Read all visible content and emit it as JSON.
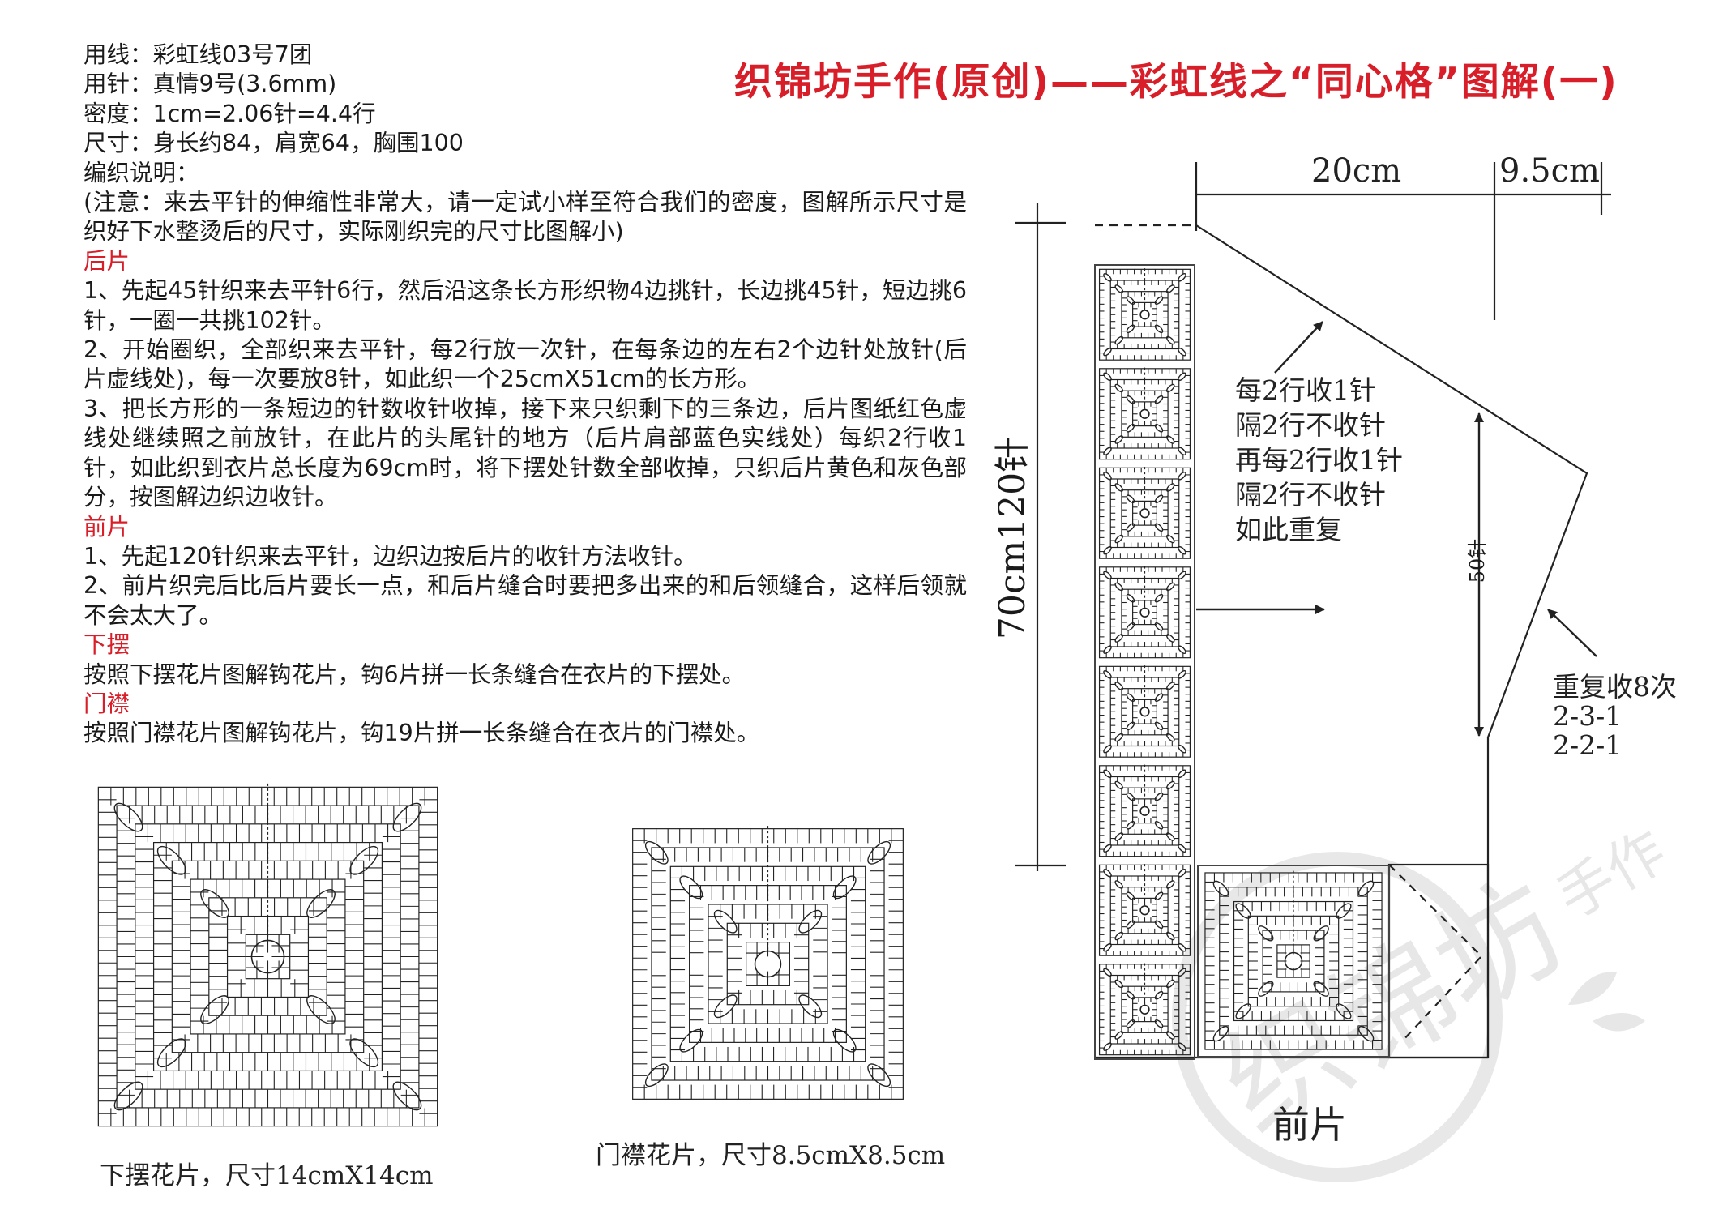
{
  "title": "织锦坊手作(原创)——彩虹线之“同心格”图解(一)",
  "colors": {
    "heading_red": "#d81e28",
    "text": "#1a1a1a",
    "line": "#222222",
    "watermark": "#d0d0d0"
  },
  "instructions": {
    "yarn": "用线：彩虹线03号7团",
    "needle": "用针：真情9号(3.6mm)",
    "gauge": "密度：1cm=2.06针=4.4行",
    "size": "尺寸：身长约84，肩宽64，胸围100",
    "notes_heading": "编织说明：",
    "note": "(注意：来去平针的伸缩性非常大，请一定试小样至符合我们的密度，图解所示尺寸是织好下水整烫后的尺寸，实际刚织完的尺寸比图解小)",
    "back_heading": "后片",
    "back_1": "1、先起45针织来去平针6行，然后沿这条长方形织物4边挑针，长边挑45针，短边挑6针，一圈一共挑102针。",
    "back_2": "2、开始圈织，全部织来去平针，每2行放一次针，在每条边的左右2个边针处放针(后片虚线处)，每一次要放8针，如此织一个25cmX51cm的长方形。",
    "back_3": "3、把长方形的一条短边的针数收针收掉，接下来只织剩下的三条边，后片图纸红色虚线处继续照之前放针，在此片的头尾针的地方（后片肩部蓝色实线处）每织2行收1针，如此织到衣片总长度为69cm时，将下摆处针数全部收掉，只织后片黄色和灰色部分，按图解边织边收针。",
    "front_heading": "前片",
    "front_1": "1、先起120针织来去平针，边织边按后片的收针方法收针。",
    "front_2": "2、前片织完后比后片要长一点，和后片缝合时要把多出来的和后领缝合，这样后领就不会太大了。",
    "hem_heading": "下摆",
    "hem_text": "按照下摆花片图解钩花片，钩6片拼一长条缝合在衣片的下摆处。",
    "placket_heading": "门襟",
    "placket_text": "按照门襟花片图解钩花片，钩19片拼一长条缝合在衣片的门襟处。"
  },
  "diagram": {
    "dim_width_top": "20cm",
    "dim_width_right": "9.5cm",
    "dim_height": "70cm120针",
    "dim_diag": "50针",
    "note_lines": [
      "每2行收1针",
      "隔2行不收针",
      "再每2行收1针",
      "隔2行不收针",
      "如此重复"
    ],
    "repeat_lines": [
      "重复收8次",
      "2-3-1",
      "2-2-1"
    ],
    "front_label": "前片"
  },
  "motifs": {
    "hem_caption": "下摆花片，尺寸14cmX14cm",
    "placket_caption": "门襟花片，尺寸8.5cmX8.5cm"
  },
  "watermark": {
    "text_top": "手作",
    "text_main": "织锦坊"
  }
}
